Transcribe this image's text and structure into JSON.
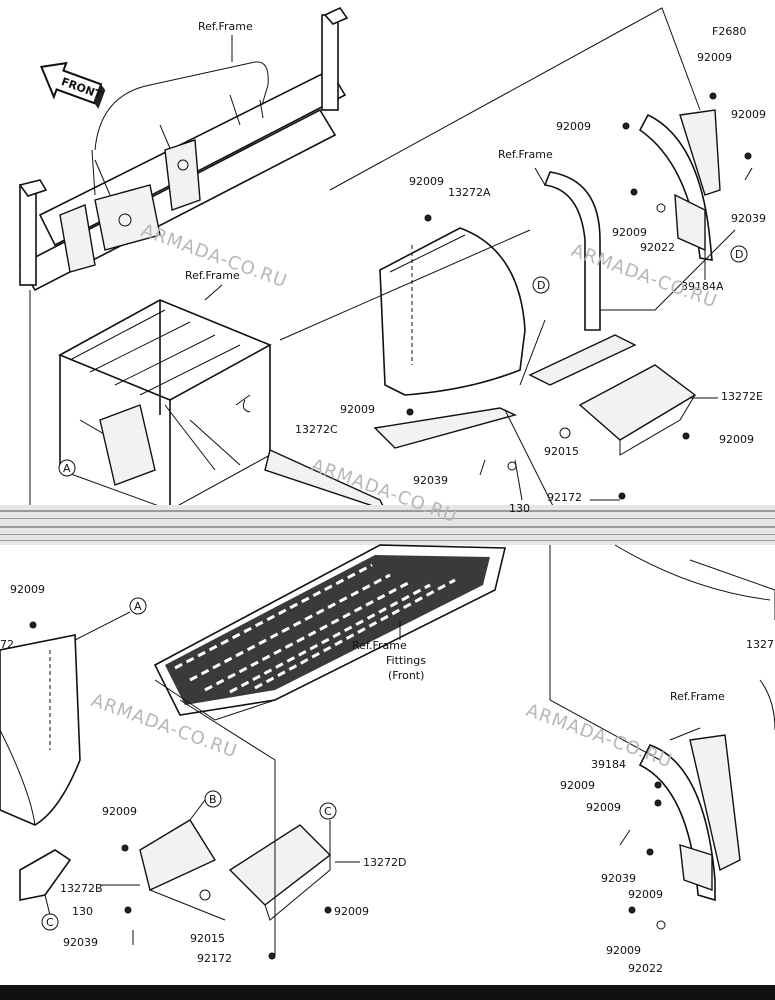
{
  "figure_code": "F2680",
  "front_label": "FRONT",
  "watermark": "ARMADA-CO.RU",
  "ref_frame": "Ref.Frame",
  "ref_fittings": [
    "Ref.Frame",
    "Fittings",
    "(Front)"
  ],
  "ref_labels": [
    "A",
    "B",
    "C",
    "D"
  ],
  "part_numbers": {
    "p92009": "92009",
    "p92039": "92039",
    "p92022": "92022",
    "p92015": "92015",
    "p92172": "92172",
    "p39184A": "39184A",
    "p39184": "39184",
    "p13272A": "13272A",
    "p13272B": "13272B",
    "p13272C": "13272C",
    "p13272D": "13272D",
    "p13272E": "13272E",
    "p130": "130"
  },
  "cut_labels": {
    "p72": "72",
    "p1327": "1327"
  }
}
